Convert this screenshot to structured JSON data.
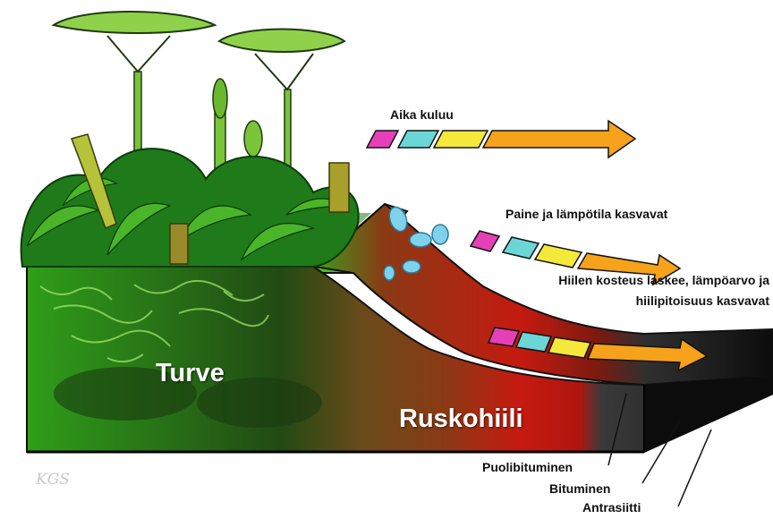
{
  "layers": {
    "turve": "Turve",
    "ruskohiili": "Ruskohiili",
    "puolibituminen": "Puolibituminen",
    "bituminen": "Bituminen",
    "antrasiitti": "Antrasiitti"
  },
  "arrows": [
    {
      "label": "Aika kuluu"
    },
    {
      "label": "Paine ja lämpötila kasvavat"
    },
    {
      "label": "Hiilen kosteus laskee, lämpöarvo ja",
      "label_line2": "hiilipitoisuus kasvavat"
    }
  ],
  "watermark": "KGS",
  "colors": {
    "peat": "#2f9e1a",
    "brown_coal": "#8a3a14",
    "red_zone": "#c51a10",
    "subbituminous": "#3a3a3a",
    "anthracite": "#111111",
    "arrow_orange": "#f6a21a",
    "swatch_magenta": "#e640b8",
    "swatch_cyan": "#6ad6d6",
    "swatch_yellow": "#f4e83a"
  }
}
